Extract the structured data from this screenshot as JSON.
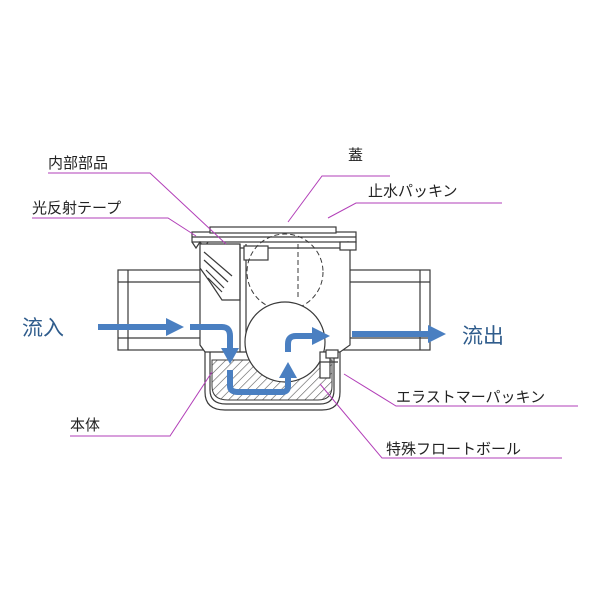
{
  "labels": {
    "internal_parts": "内部部品",
    "reflective_tape": "光反射テープ",
    "lid": "蓋",
    "water_stop_packing": "止水パッキン",
    "body": "本体",
    "elastomer_packing": "エラストマーパッキン",
    "special_float_ball": "特殊フロートボール"
  },
  "flow": {
    "inflow": "流入",
    "outflow": "流出"
  },
  "colors": {
    "leader_line": "#b23fb8",
    "flow_arrow": "#4a7fc1",
    "flow_text": "#2f5c8c",
    "drawing": "#3a3a3a"
  }
}
